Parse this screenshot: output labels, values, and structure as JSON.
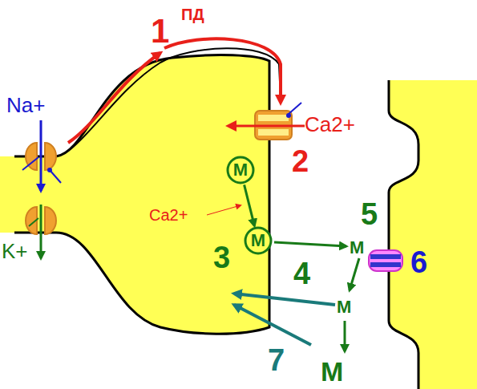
{
  "diagram": {
    "nodes": [
      {
        "text": [
          "М"
        ]
      },
      {
        "text": [
          "М"
        ]
      }
    ],
    "edges": [
      {
        "from": 0,
        "to": 1,
        "arrow": "to"
      }
    ],
    "labels": [
      "1",
      "ПД",
      "Na+",
      "K+",
      "Ca2+",
      "2",
      "Ca2+",
      "3",
      "4",
      "5",
      "М",
      "М",
      "М",
      "6",
      "7"
    ]
  }
}
